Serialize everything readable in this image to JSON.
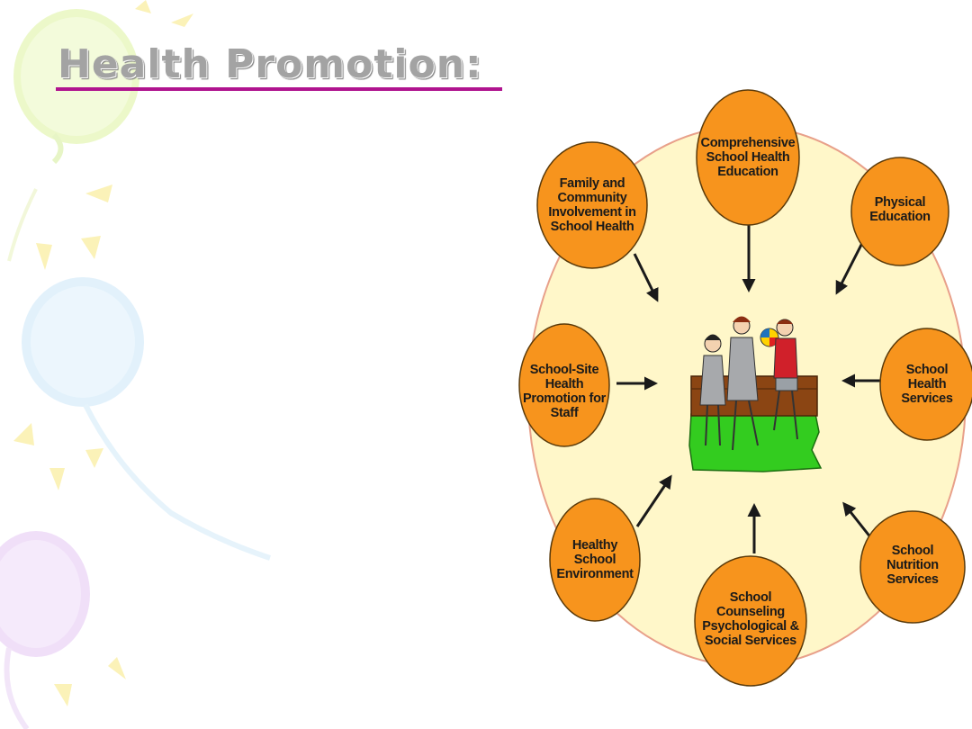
{
  "title": "Health Promotion:",
  "diagram": {
    "center": "children-playing-illustration",
    "nodes": [
      {
        "id": "comprehensive",
        "label": "Comprehensive\nSchool Health\nEducation"
      },
      {
        "id": "physical",
        "label": "Physical\nEducation"
      },
      {
        "id": "health-services",
        "label": "School\nHealth\nServices"
      },
      {
        "id": "nutrition",
        "label": "School\nNutrition\nServices"
      },
      {
        "id": "counseling",
        "label": "School\nCounseling\nPsychological &\nSocial Services"
      },
      {
        "id": "environment",
        "label": "Healthy\nSchool\nEnvironment"
      },
      {
        "id": "staff",
        "label": "School-Site\nHealth\nPromotion for\nStaff"
      },
      {
        "id": "family",
        "label": "Family and\nCommunity\nInvolvement in\nSchool Health"
      }
    ]
  },
  "colors": {
    "node_fill": "#f7941d",
    "ring_fill": "#fff7c9",
    "ring_stroke": "#e8a08a",
    "title_underline": "#b0148f",
    "arrow": "#1a1a1a"
  }
}
